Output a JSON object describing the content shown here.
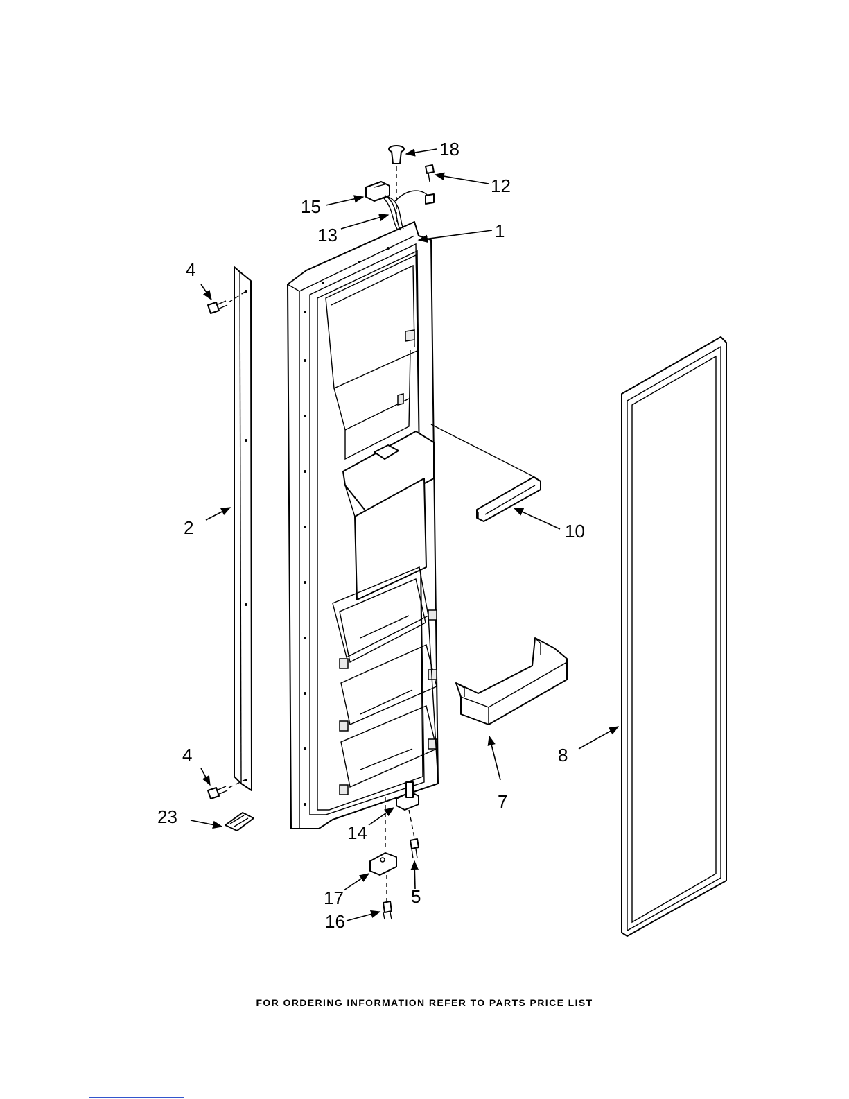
{
  "callouts": {
    "p1": "1",
    "p2": "2",
    "p4a": "4",
    "p4b": "4",
    "p5": "5",
    "p7": "7",
    "p8": "8",
    "p10": "10",
    "p12": "12",
    "p13": "13",
    "p14": "14",
    "p15": "15",
    "p16": "16",
    "p17": "17",
    "p18": "18",
    "p23": "23"
  },
  "footer": "FOR ORDERING INFORMATION REFER TO PARTS PRICE LIST"
}
